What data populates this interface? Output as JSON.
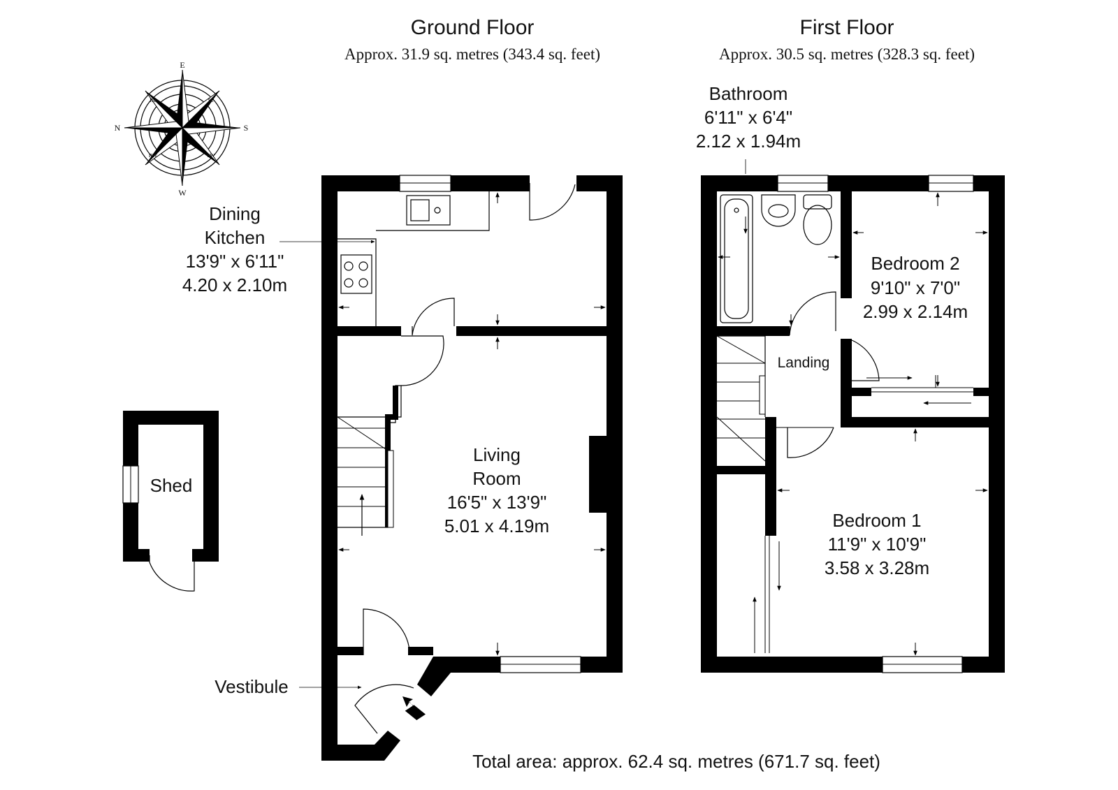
{
  "ground_floor": {
    "title": "Ground Floor",
    "area": "Approx. 31.9 sq. metres (343.4 sq. feet)"
  },
  "first_floor": {
    "title": "First Floor",
    "area": "Approx. 30.5 sq. metres (328.3 sq. feet)"
  },
  "rooms": {
    "dining_kitchen": {
      "name_1": "Dining",
      "name_2": "Kitchen",
      "imperial": "13'9\" x 6'11\"",
      "metric": "4.20 x 2.10m"
    },
    "living_room": {
      "name_1": "Living",
      "name_2": "Room",
      "imperial": "16'5\" x 13'9\"",
      "metric": "5.01 x 4.19m"
    },
    "vestibule": {
      "name": "Vestibule"
    },
    "shed": {
      "name": "Shed"
    },
    "bathroom": {
      "name": "Bathroom",
      "imperial": "6'11\" x 6'4\"",
      "metric": "2.12 x 1.94m"
    },
    "bedroom_2": {
      "name": "Bedroom 2",
      "imperial": "9'10\" x 7'0\"",
      "metric": "2.99 x 2.14m"
    },
    "landing": {
      "name": "Landing"
    },
    "bedroom_1": {
      "name": "Bedroom 1",
      "imperial": "11'9\" x 10'9\"",
      "metric": "3.58 x 3.28m"
    }
  },
  "compass": {
    "n": "N",
    "e": "E",
    "s": "S",
    "w": "W",
    "ne": "ne",
    "se": "se",
    "sw": "sw",
    "nw": "nw"
  },
  "total_area": "Total area: approx. 62.4 sq. metres (671.7 sq. feet)"
}
